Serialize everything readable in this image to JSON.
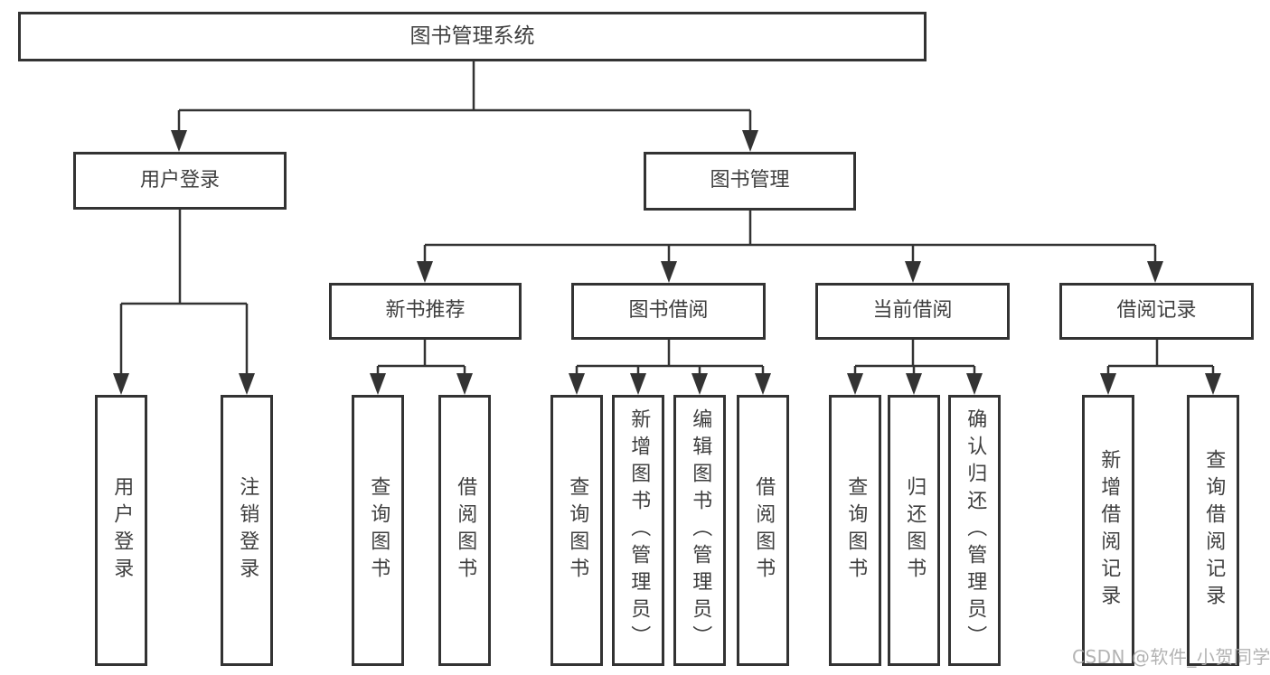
{
  "tree": {
    "root": "图书管理系统",
    "children": [
      {
        "label": "用户登录",
        "children": [
          {
            "label": "用户登录"
          },
          {
            "label": "注销登录"
          }
        ]
      },
      {
        "label": "图书管理",
        "children": [
          {
            "label": "新书推荐",
            "children": [
              {
                "label": "查询图书"
              },
              {
                "label": "借阅图书"
              }
            ]
          },
          {
            "label": "图书借阅",
            "children": [
              {
                "label": "查询图书"
              },
              {
                "label": "新增图书（管理员）"
              },
              {
                "label": "编辑图书（管理员）"
              },
              {
                "label": "借阅图书"
              }
            ]
          },
          {
            "label": "当前借阅",
            "children": [
              {
                "label": "查询图书"
              },
              {
                "label": "归还图书"
              },
              {
                "label": "确认归还（管理员）"
              }
            ]
          },
          {
            "label": "借阅记录",
            "children": [
              {
                "label": "新增借阅记录"
              },
              {
                "label": "查询借阅记录"
              }
            ]
          }
        ]
      }
    ]
  },
  "watermark": {
    "text": "CSDN @软件_小贺同学"
  },
  "colors": {
    "line": "#333333",
    "text": "#3f3f3f",
    "watermark": "#adadad",
    "background": "#ffffff"
  }
}
